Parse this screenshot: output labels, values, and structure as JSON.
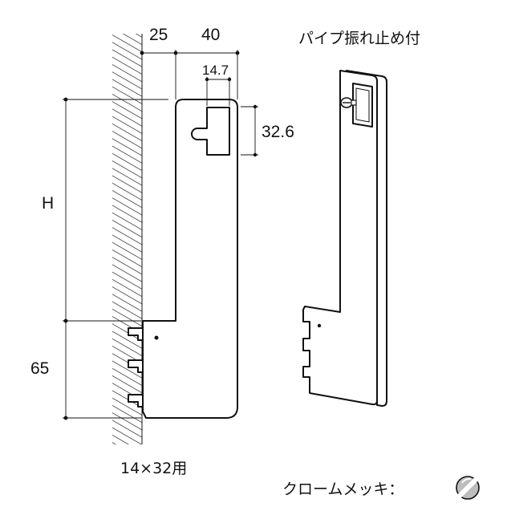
{
  "dimensions": {
    "wall_offset": "25",
    "bracket_depth": "40",
    "slot_width": "14.7",
    "slot_height": "32.6",
    "height": "H",
    "bottom_height": "65"
  },
  "caption_size": "14×32用",
  "feature_title": "パイプ振れ止め付",
  "finish": {
    "label": "クロームメッキ：",
    "icon": "chrome-swatch-icon",
    "swatch_color": "#9a9a9a"
  },
  "colors": {
    "line": "#111111",
    "background": "#ffffff"
  }
}
